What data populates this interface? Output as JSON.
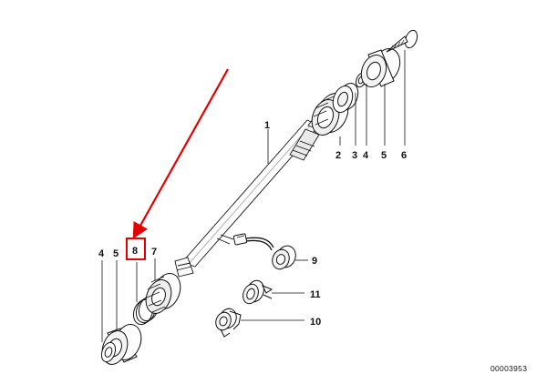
{
  "diagram": {
    "callouts": {
      "c1": "1",
      "c2": "2",
      "c3": "3",
      "c4_top": "4",
      "c5_top": "5",
      "c6": "6",
      "c4_left": "4",
      "c5_left": "5",
      "c8": "8",
      "c7": "7",
      "c9": "9",
      "c11": "11",
      "c10": "10"
    },
    "part_number": "00003953",
    "colors": {
      "highlight": "#e60000",
      "ink": "#111111",
      "shade": "#9a9a9a",
      "light_shade": "#d8d8d8"
    },
    "highlighted_callout": "8"
  }
}
